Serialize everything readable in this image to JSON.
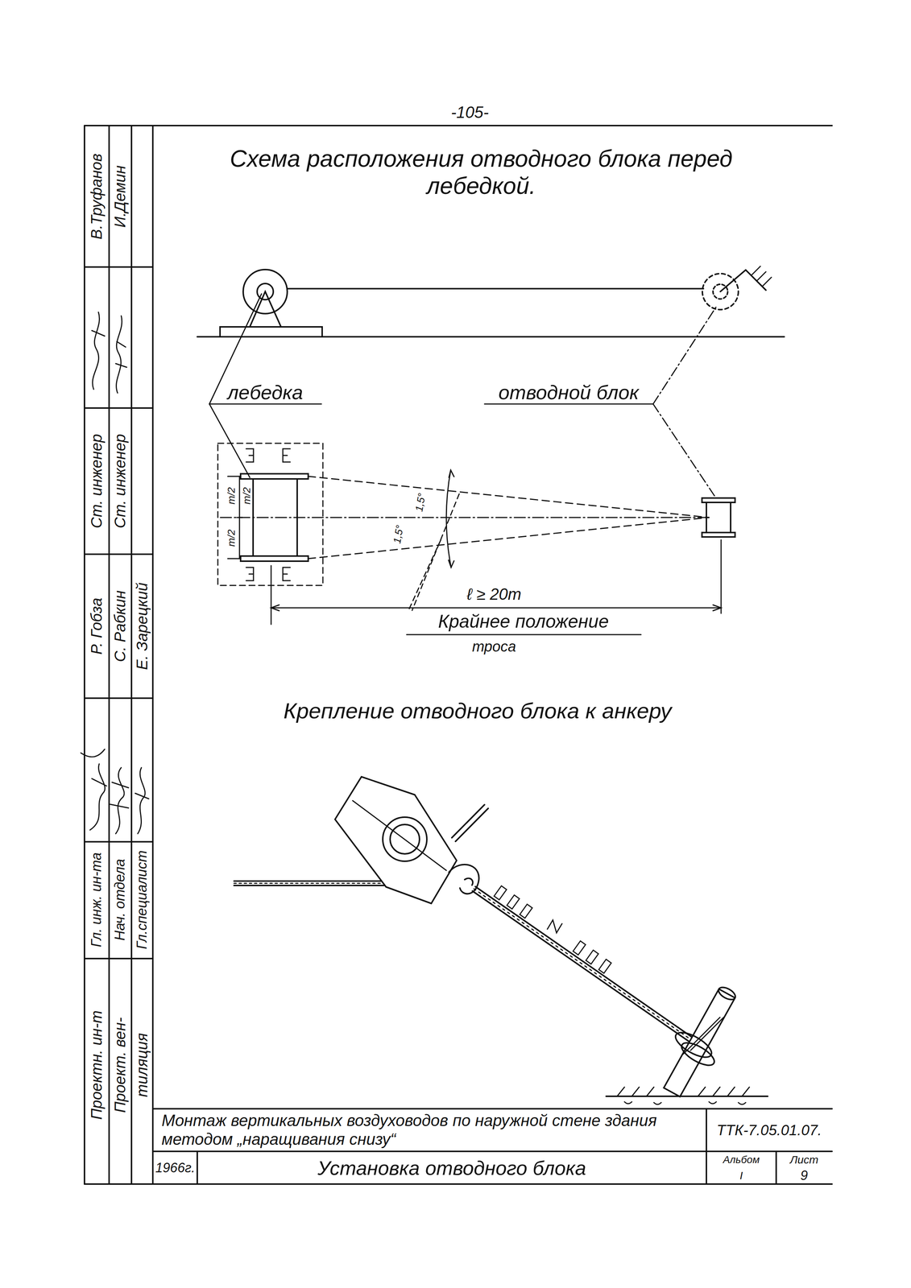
{
  "diagram": {
    "title": "Схема расположения отводного блока перед лебедкой.",
    "labels": [
      "-105-",
      "лебедка",
      "отводной блок",
      "m/2",
      "m/2",
      "m/2",
      "1,5°",
      "1,5°",
      "ℓ ≥ 20m",
      "Крайнее положение",
      "троса",
      "Крепление отводного блока к анкеру",
      "В.Труфанов",
      "И.Демин",
      "Ст. инженер",
      "Ст. инженер",
      "Р. Гобза",
      "С. Рабкин",
      "Е. Зарецкий",
      "Гл. инж. ин-та",
      "Нач. отдела",
      "Гл.специалист",
      "Проектн. ин-т",
      "Проект. вен-",
      "тиляция",
      "Монтаж вертикальных воздуховодов по наружной стене здания методом „наращивания снизу“",
      "ТТК-7.05.01.07.",
      "1966г.",
      "Установка отводного блока",
      "Альбом",
      "I",
      "Лист",
      "9"
    ]
  }
}
